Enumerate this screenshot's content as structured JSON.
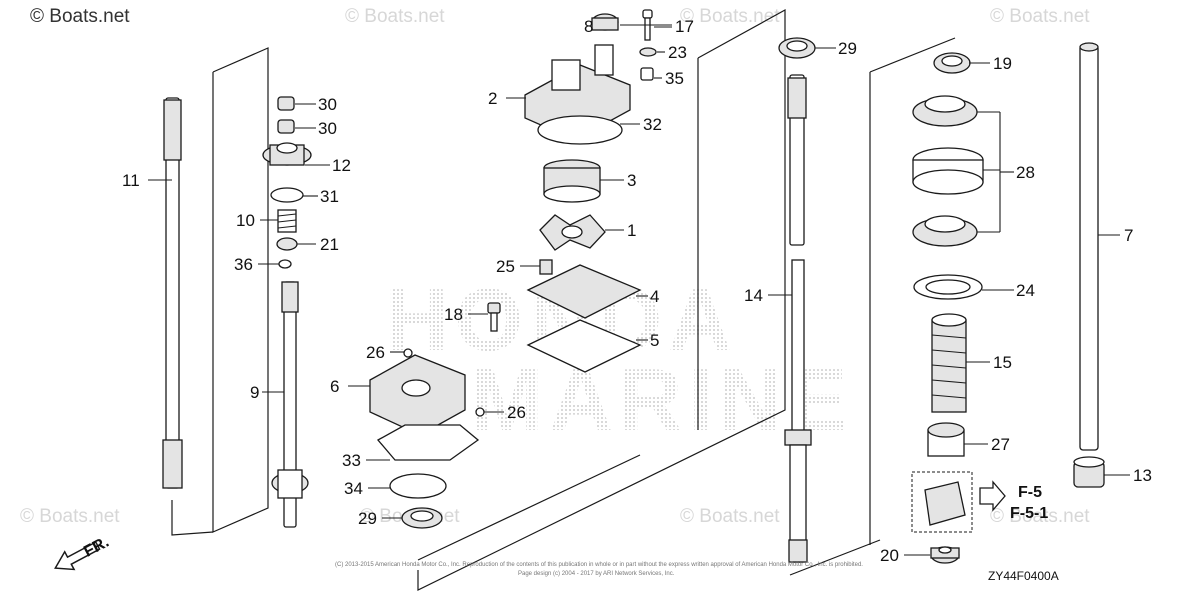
{
  "watermark": {
    "main": "© Boats.net",
    "repeat": "© Boats.net"
  },
  "background_brand": {
    "line1": "HONDA",
    "line2": "MARINE"
  },
  "callouts": {
    "c1": "1",
    "c2": "2",
    "c3": "3",
    "c4": "4",
    "c5": "5",
    "c6": "6",
    "c7": "7",
    "c8": "8",
    "c9": "9",
    "c10": "10",
    "c11": "11",
    "c12": "12",
    "c13": "13",
    "c14": "14",
    "c15": "15",
    "c17": "17",
    "c18": "18",
    "c19": "19",
    "c20": "20",
    "c21": "21",
    "c23": "23",
    "c24": "24",
    "c25": "25",
    "c26a": "26",
    "c26b": "26",
    "c27": "27",
    "c28": "28",
    "c29a": "29",
    "c29b": "29",
    "c30a": "30",
    "c30b": "30",
    "c31": "31",
    "c32": "32",
    "c33": "33",
    "c34": "34",
    "c35": "35",
    "c36": "36"
  },
  "references": {
    "ref1": "F-5",
    "ref2": "F-5-1"
  },
  "direction": "FR.",
  "diagram_code": "ZY44F0400A",
  "copyright": {
    "line1": "(C) 2013-2015 American Honda Motor Co., Inc. Reproduction of the contents of this publication in whole or in part without the express written approval of American Honda Motor Co., Inc. is prohibited.",
    "line2": "Page design (c) 2004 - 2017 by ARI Network Services, Inc."
  }
}
